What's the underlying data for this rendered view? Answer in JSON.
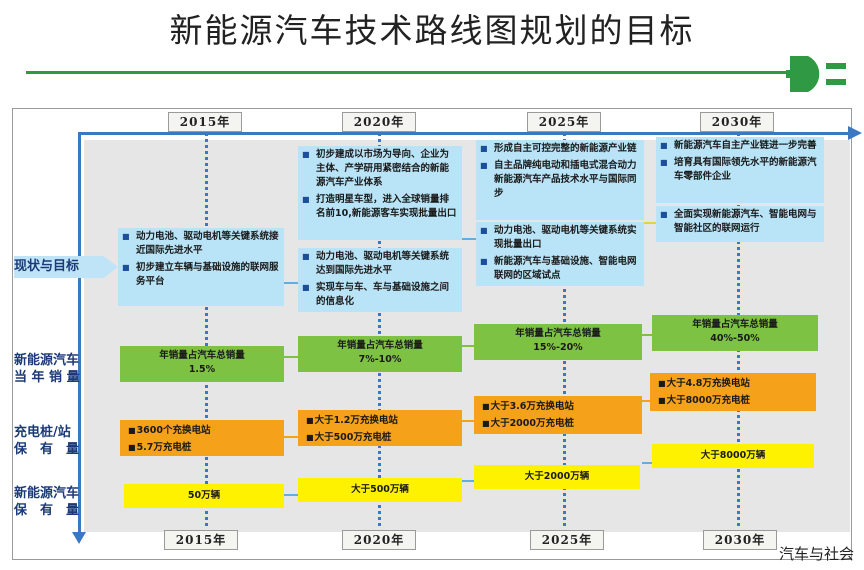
{
  "title": "新能源汽车技术路线图规划的目标",
  "years": [
    "2015年",
    "2020年",
    "2025年",
    "2030年"
  ],
  "row_labels": {
    "goals": "现状与目标",
    "sales_share": "新能源汽车\n当 年 销 量",
    "charging": "充电桩/站\n保　有　量",
    "stock": "新能源汽车\n保　有　量"
  },
  "goals": {
    "y2015": [
      "动力电池、驱动电机等关键系统接近国际先进水平",
      "初步建立车辆与基础设施的联网服务平台"
    ],
    "y2020_top": [
      "初步建成以市场为导向、企业为主体、产学研用紧密结合的新能源汽车产业体系",
      "打造明星车型，进入全球销量排名前10,新能源客车实现批量出口"
    ],
    "y2020_bottom": [
      "动力电池、驱动电机等关键系统达到国际先进水平",
      "实现车与车、车与基础设施之间的信息化"
    ],
    "y2025_top": [
      "形成自主可控完整的新能源产业链",
      "自主品牌纯电动和插电式混合动力新能源汽车产品技术水平与国际同步"
    ],
    "y2025_bottom": [
      "动力电池、驱动电机等关键系统实现批量出口",
      "新能源汽车与基础设施、智能电网联网的区域试点"
    ],
    "y2030_top": [
      "新能源汽车自主产业链进一步完善",
      "培育具有国际领先水平的新能源汽车零部件企业"
    ],
    "y2030_bottom": [
      "全面实现新能源汽车、智能电网与智能社区的联网运行"
    ]
  },
  "sales_share": {
    "label": "年销量占汽车总销量",
    "values": [
      "1.5%",
      "7%-10%",
      "15%-20%",
      "40%-50%"
    ]
  },
  "charging": {
    "y2015": [
      "3600个充换电站",
      "5.7万充电桩"
    ],
    "y2020": [
      "大于1.2万充换电站",
      "大于500万充电桩"
    ],
    "y2025": [
      "大于3.6万充换电站",
      "大于2000万充电桩"
    ],
    "y2030": [
      "大于4.8万充换电站",
      "大于8000万充电桩"
    ]
  },
  "stock": [
    "50万辆",
    "大于500万辆",
    "大于2000万辆",
    "大于8000万辆"
  ],
  "watermark": "汽车与社会",
  "colors": {
    "goals": "#b9e4f7",
    "sales_share": "#7dc242",
    "charging": "#f6a11a",
    "stock": "#fff200",
    "axis": "#3a78c2",
    "plug": "#2f9a43"
  }
}
